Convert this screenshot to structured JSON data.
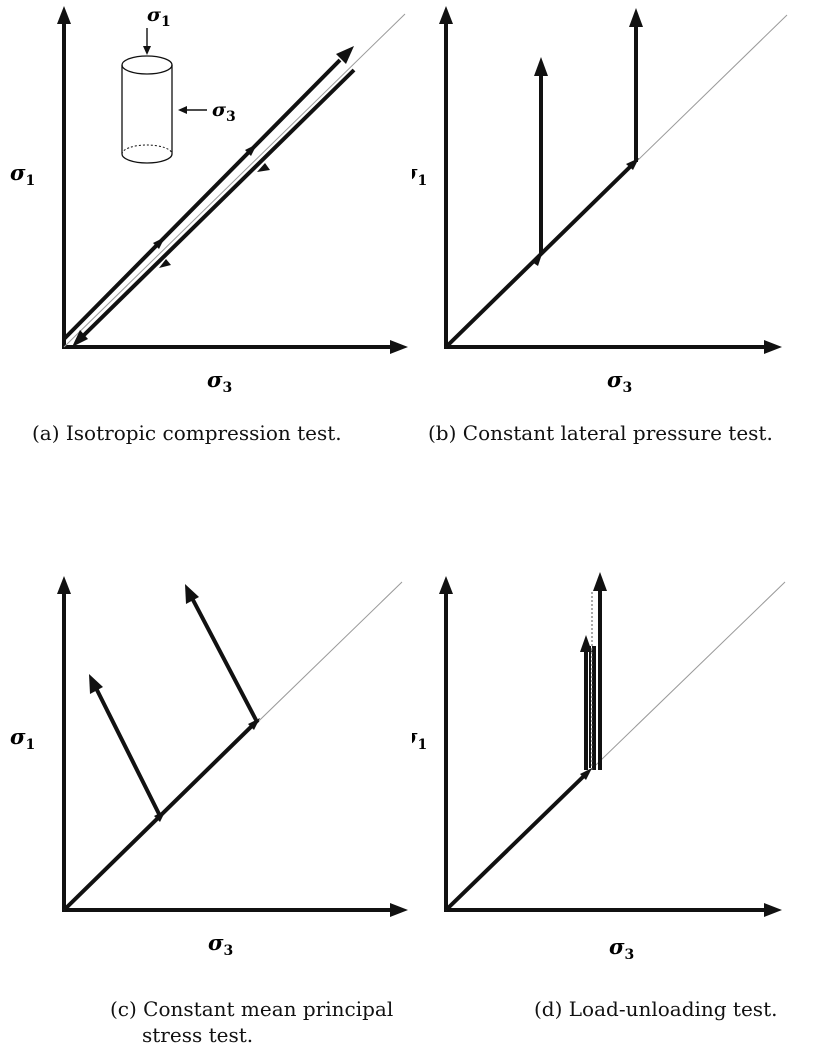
{
  "symbols": {
    "sigma": "σ",
    "sub1": "1",
    "sub3": "3"
  },
  "panels": [
    {
      "id": "a",
      "caption": "(a) Isotropic compression test."
    },
    {
      "id": "b",
      "caption": "(b) Constant lateral pressure test."
    },
    {
      "id": "c",
      "caption_line1": "(c) Constant mean principal",
      "caption_line2": "stress test."
    },
    {
      "id": "d",
      "caption": "(d) Load-unloading test."
    }
  ],
  "colors": {
    "ink": "#111111",
    "guide": "#9a9a9a"
  }
}
